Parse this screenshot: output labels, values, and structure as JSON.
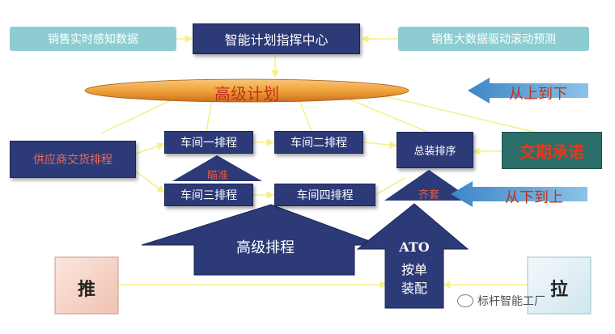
{
  "header": {
    "center": "智能计划指挥中心",
    "left_input": "销售实时感知数据",
    "right_input": "销售大数据驱动滚动预测"
  },
  "plan_ellipse": "高级计划",
  "arrows": {
    "top_down": "从上到下",
    "bottom_up": "从下到上"
  },
  "delivery": "交期承诺",
  "supplier": "供应商交货排程",
  "workshops": {
    "w1": "车间一排程",
    "w2": "车间二排程",
    "w3": "车间三排程",
    "w4": "车间四排程"
  },
  "assembly": "总装排序",
  "small_labels": {
    "shoot": "瞄准",
    "kit": "齐套"
  },
  "big_arrow": "高级排程",
  "ato": {
    "line1": "ATO",
    "line2": "按单",
    "line3": "装配"
  },
  "push": "推",
  "pull": "拉",
  "watermark": "标杆智能工厂",
  "colors": {
    "navy": "#2c3a78",
    "teal": "#8dcdd2",
    "orange": "#f2a43a",
    "red_text": "#d23a1a",
    "blue_arrow": "#58a2d4",
    "green_box": "#2b6e6a",
    "yellow_line": "#f5f08a"
  }
}
